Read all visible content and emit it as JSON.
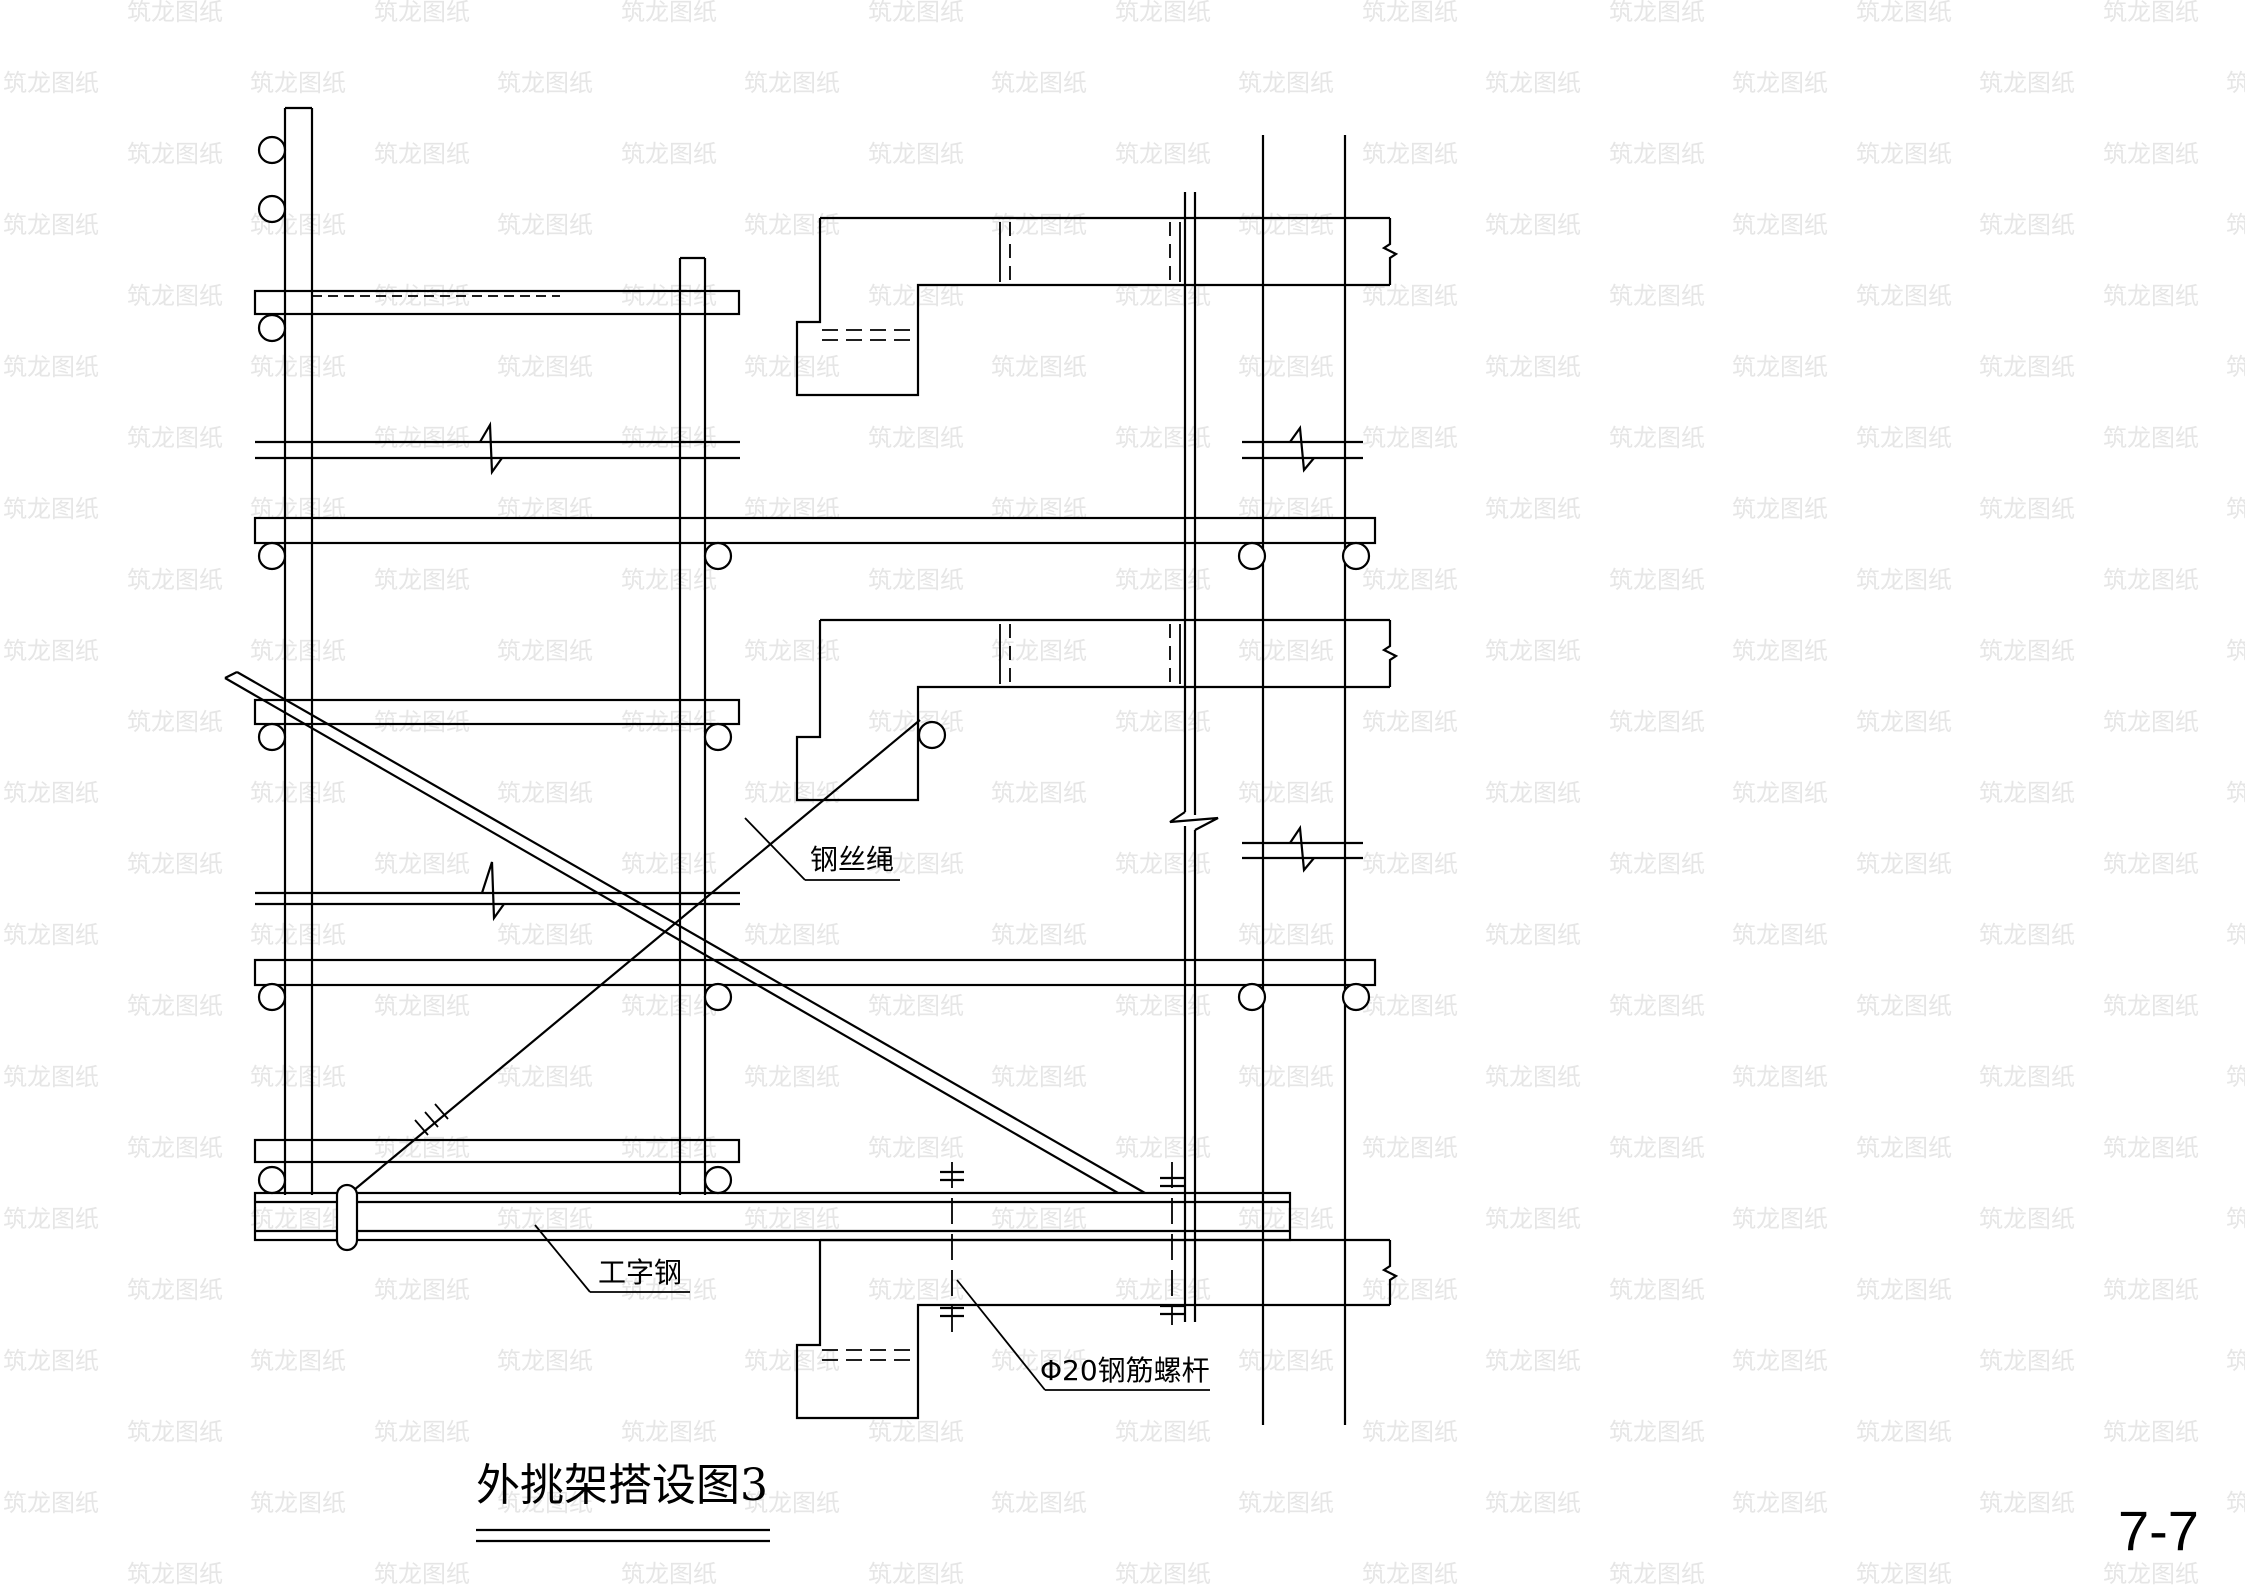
{
  "title": "外挑架搭设图3",
  "sheet_number": "7-7",
  "labels": {
    "wire_rope": "钢丝绳",
    "i_beam": "工字钢",
    "rebar_bolt": "Φ20钢筋螺杆"
  },
  "watermark": "筑龙图纸",
  "colors": {
    "line": "#000000",
    "watermark": "#e6e6e6",
    "background": "#ffffff"
  }
}
